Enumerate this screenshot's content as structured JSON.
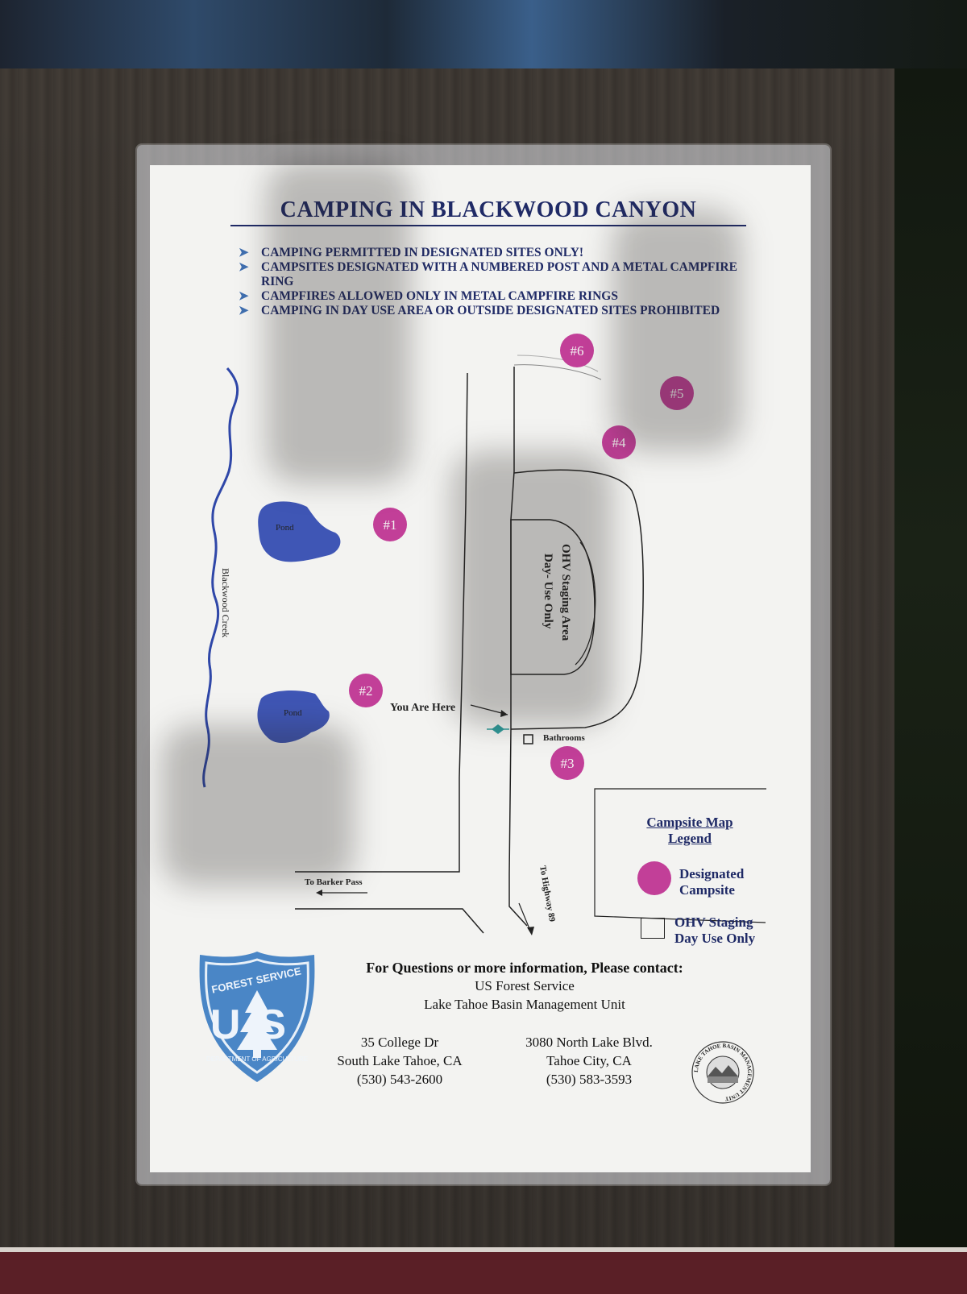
{
  "poster": {
    "title": "CAMPING IN BLACKWOOD CANYON",
    "rules": [
      "CAMPING PERMITTED IN DESIGNATED SITES ONLY!",
      "CAMPSITES DESIGNATED WITH A NUMBERED POST AND A METAL CAMPFIRE RING",
      "CAMPFIRES ALLOWED ONLY IN METAL CAMPFIRE RINGS",
      "CAMPING IN DAY USE AREA OR OUTSIDE DESIGNATED SITES PROHIBITED"
    ],
    "bullet": "➤"
  },
  "map": {
    "campsites": [
      "#1",
      "#2",
      "#3",
      "#4",
      "#5",
      "#6"
    ],
    "ponds": [
      "Pond",
      "Pond"
    ],
    "creek": "Blackwood Creek",
    "staging_area_line1": "OHV Staging Area",
    "staging_area_line2": "Day- Use Only",
    "you_are_here": "You Are Here",
    "bathrooms": "Bathrooms",
    "to_barker_pass": "To Barker Pass",
    "to_highway": "To Highway 89"
  },
  "legend": {
    "title_line1": "Campsite Map",
    "title_line2": "Legend",
    "campsite_line1": "Designated",
    "campsite_line2": "Campsite",
    "staging_line1": "OHV Staging",
    "staging_line2": "Day Use Only"
  },
  "contact": {
    "heading": "For Questions or more information, Please contact:",
    "agency": "US Forest Service",
    "unit": "Lake Tahoe Basin Management Unit",
    "office_1": {
      "street": "35 College Dr",
      "city": "South Lake Tahoe, CA",
      "phone": "(530) 543-2600"
    },
    "office_2": {
      "street": "3080 North Lake Blvd.",
      "city": "Tahoe City, CA",
      "phone": "(530) 583-3593"
    }
  },
  "logos": {
    "forest_service_top": "FOREST SERVICE",
    "forest_service_mid": "US",
    "forest_service_bottom": "DEPARTMENT OF AGRICULTURE",
    "seal_text": "LAKE TAHOE BASIN MANAGEMENT UNIT"
  },
  "colors": {
    "title_blue": "#1f2a66",
    "pond_blue": "#3f56b5",
    "campsite_magenta": "#c23f98",
    "shield_blue": "#4a86c6"
  }
}
